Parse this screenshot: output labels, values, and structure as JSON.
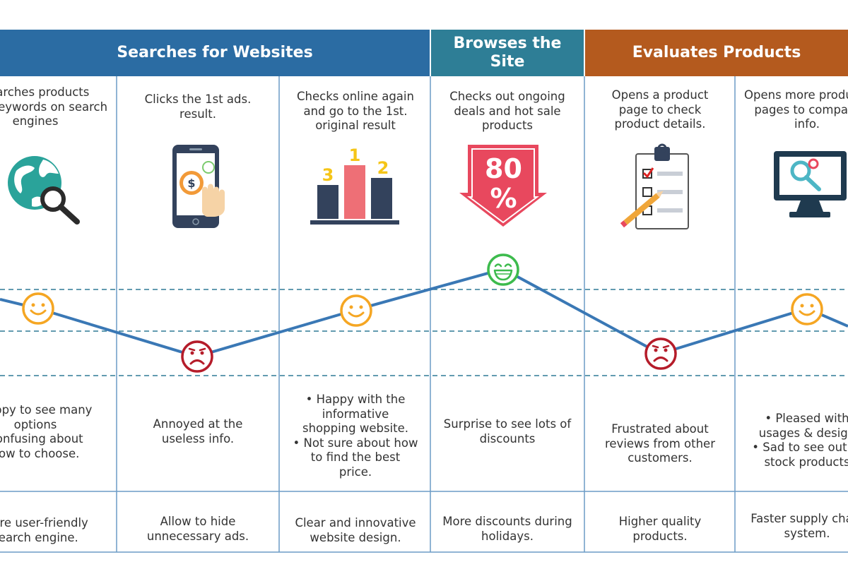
{
  "colors": {
    "header_blue": "#2B6CA3",
    "header_teal": "#2E7E96",
    "header_orange": "#B45A1E",
    "line": "#3A78B5",
    "dash": "#2F7A95",
    "grid": "#6C9CC6",
    "happy": "#F5A623",
    "very_happy": "#3DBB4D",
    "sad": "#B51C2A"
  },
  "headers": [
    {
      "label": "Searches for Websites"
    },
    {
      "label": "Browses the\nSite"
    },
    {
      "label": "Evaluates Products"
    }
  ],
  "columns": [
    {
      "action": "Searches products\nwith keywords on search\nengines",
      "icon": "globe-search-icon",
      "emotion": "happy",
      "thoughts": "Happy to see many\noptions\nConfusing about\nhow to choose.",
      "opportunity": "More user-friendly\nsearch engine."
    },
    {
      "action": "Clicks the 1st ads.\nresult.",
      "icon": "phone-dollar-icon",
      "emotion": "sad",
      "thoughts": "Annoyed at the\nuseless info.",
      "opportunity": "Allow to hide\nunnecessary ads."
    },
    {
      "action": "Checks online again\nand go to the 1st.\noriginal result",
      "icon": "podium-ranking-icon",
      "emotion": "happy",
      "thoughts": "• Happy with the\ninformative\nshopping website.\n• Not sure about how\nto find the best\nprice.",
      "opportunity": "Clear and innovative\nwebsite design."
    },
    {
      "action": "Checks out ongoing\ndeals and hot sale\nproducts",
      "icon": "discount-arrow-icon",
      "discount_badge": "80\n%",
      "emotion": "very-happy",
      "thoughts": "Surprise to see lots of\ndiscounts",
      "opportunity": "More discounts during\nholidays."
    },
    {
      "action": "Opens a product\npage to check\nproduct details.",
      "icon": "clipboard-checklist-icon",
      "emotion": "sad",
      "thoughts": "Frustrated about\nreviews from other\ncustomers.",
      "opportunity": "Higher quality\nproducts."
    },
    {
      "action": "Opens more products\npages to compare\ninfo.",
      "icon": "monitor-search-icon",
      "emotion": "happy",
      "thoughts": "• Pleased with\nusages & design\n• Sad to see out of\nstock products",
      "opportunity": "Faster supply chain\nsystem."
    }
  ]
}
